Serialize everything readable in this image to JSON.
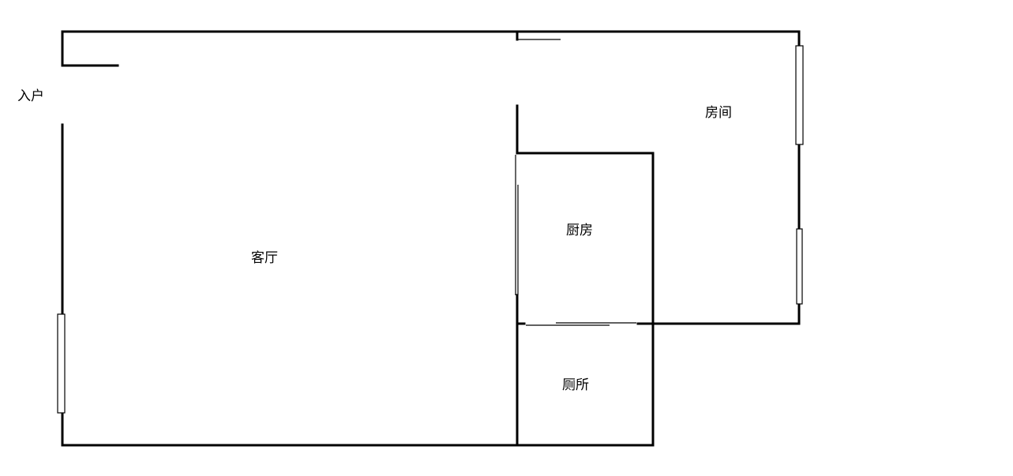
{
  "rooms": {
    "entrance": "入户",
    "living_room": "客厅",
    "bedroom": "房间",
    "kitchen": "厨房",
    "toilet": "厕所"
  }
}
